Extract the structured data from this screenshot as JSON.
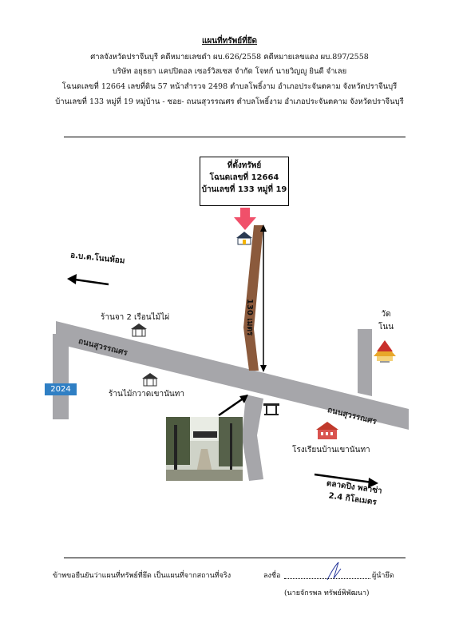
{
  "header": {
    "title": "แผนที่ทรัพย์ที่ยึด",
    "line1": "ศาลจังหวัดปราจีนบุรี คดีหมายเลขดำ ผบ.626/2558  คดีหมายเลขแดง ผบ.897/2558",
    "line2": "บริษัท อยุธยา แคปปิตอล เซอร์วิสเซส จำกัด โจทก์  นายวิญญู    ยินดี   จำเลย",
    "line3": "โฉนดเลขที่ 12664 เลขที่ดิน 57 หน้าสำรวจ 2498   ตำบลโพธิ์งาม อำเภอประจันตคาม  จังหวัดปราจีนบุรี",
    "line4": "บ้านเลขที่ 133  หมู่ที่  19  หมู่บ้าน -  ซอย- ถนนสุวรรณศร ตำบลโพธิ์งาม อำเภอประจันตคาม  จังหวัดปราจีนบุรี"
  },
  "property_box": {
    "line1": "ที่ตั้งทรัพย์",
    "line2": "โฉนดเลขที่ 12664",
    "line3": "บ้านเลขที่ 133 หมู่ที่ 19"
  },
  "map": {
    "direction_left": "อ.บ.ต.โนนห้อม",
    "distance": "130 เมตร",
    "shop1": "ร้านจา 2 เรือนไม้ไผ่",
    "temple": "วัด\nโนน",
    "temple_line1": "วัด",
    "temple_line2": "โนน",
    "road_left": "ถนนสุวรรณศร",
    "road_right": "ถนนสุวรรณศร",
    "shop2": "ร้านไม้กวาดเขานันทา",
    "route_badge": "2024",
    "school": "โรงเรียนบ้านเขานันทา",
    "market_line1": "ตลาดปิง พลาซ่า",
    "market_line2": "2.4 กิโลเมตร",
    "colors": {
      "road": "#a6a6aa",
      "lane": "#8b5a3c",
      "marker": "#f0506a",
      "badge": "#2f7fc4"
    }
  },
  "footer": {
    "certify": "ข้าพขอยืนยันว่าแผนที่ทรัพย์ที่ยึด เป็นแผนที่จากสถานที่จริง",
    "sign_prefix": "ลงชื่อ",
    "sign_suffix": "ผู้นำยึด",
    "signer": "(นายจักรพล   ทรัพย์พิพัฒนา)"
  }
}
